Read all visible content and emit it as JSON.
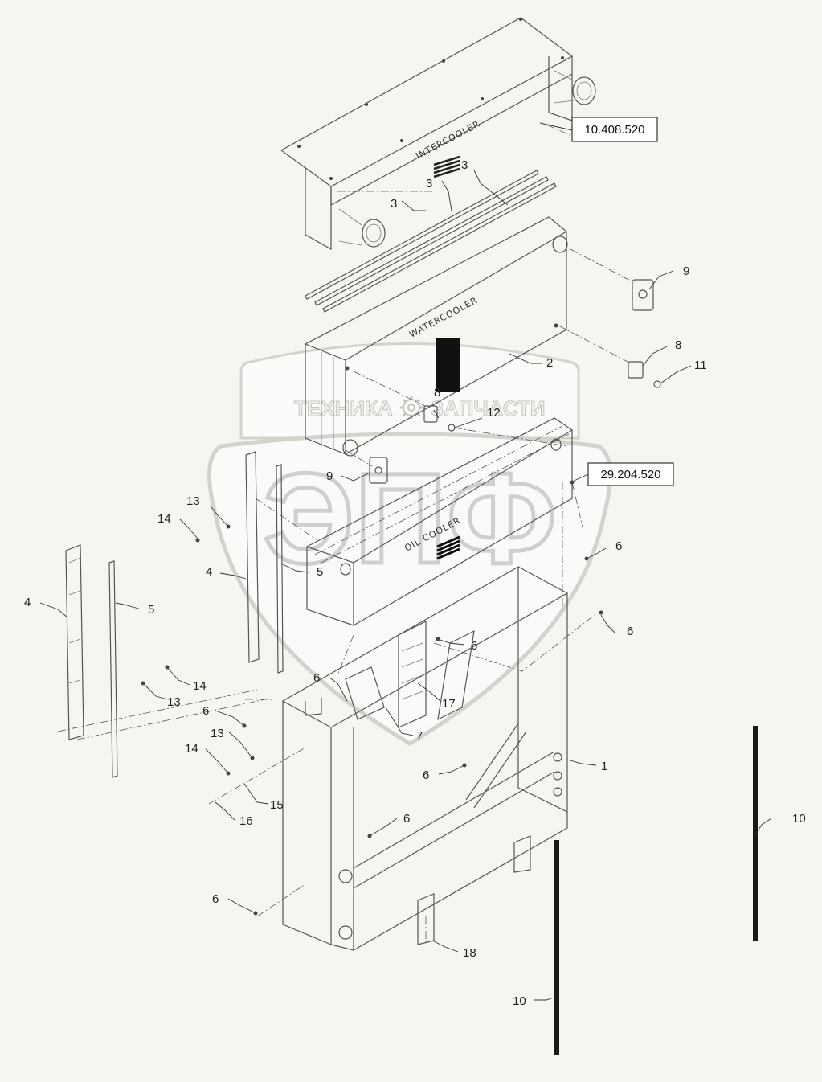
{
  "references": [
    {
      "id": "ref-intercooler",
      "text": "10.408.520"
    },
    {
      "id": "ref-oil-cooler",
      "text": "29.204.520"
    }
  ],
  "part_labels": {
    "intercooler": "INTERCOOLER",
    "watercooler": "WATERCOOLER",
    "oil_cooler": "OIL COOLER"
  },
  "callouts": [
    "3",
    "3",
    "3",
    "9",
    "8",
    "11",
    "2",
    "8",
    "12",
    "9",
    "13",
    "14",
    "4",
    "5",
    "6",
    "4",
    "5",
    "6",
    "6",
    "6",
    "13",
    "14",
    "6",
    "13",
    "14",
    "15",
    "16",
    "7",
    "17",
    "1",
    "6",
    "6",
    "10",
    "6",
    "18",
    "10"
  ],
  "watermark": {
    "brand_line": "ТЕХНИКА",
    "brand_line_2": "ЗАПЧАСТИ",
    "letters": "ЭПФ"
  }
}
